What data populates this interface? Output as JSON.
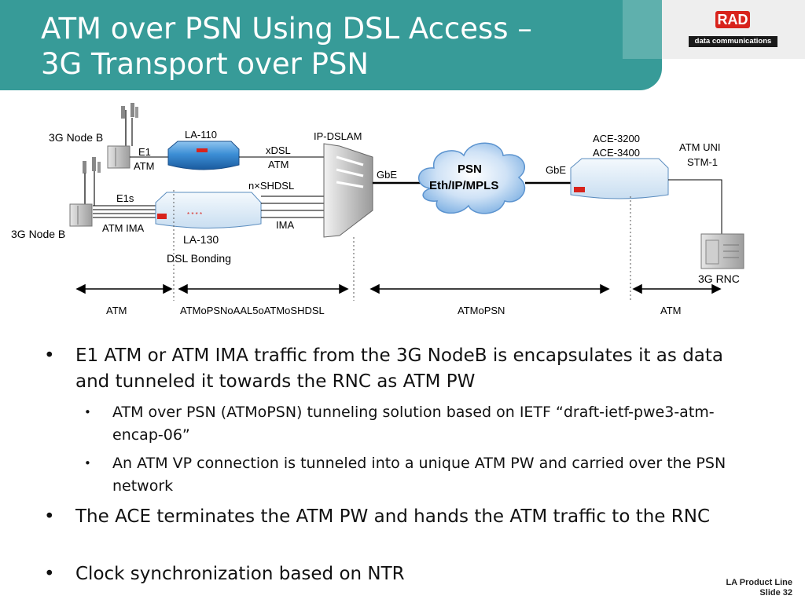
{
  "slide": {
    "title_line1": "ATM over PSN Using DSL Access –",
    "title_line2": "3G Transport over PSN",
    "logo_text": "RAD",
    "logo_subtitle": "data communications",
    "footer_line1": "LA Product Line",
    "footer_line2": "Slide 32"
  },
  "diagram": {
    "node_b_top": "3G Node B",
    "node_b_bottom": "3G Node B",
    "e1_label": "E1",
    "atm_label": "ATM",
    "e1s_label": "E1s",
    "atm_ima_label": "ATM IMA",
    "la110_label": "LA-110",
    "la130_label": "LA-130",
    "dsl_bonding_label": "DSL Bonding",
    "xdsl_label": "xDSL",
    "xdsl_atm_label": "ATM",
    "nxshdsl_label": "n×SHDSL",
    "ima_label": "IMA",
    "ip_dslam_label": "IP-DSLAM",
    "gbe_left_label": "GbE",
    "gbe_right_label": "GbE",
    "psn_line1": "PSN",
    "psn_line2": "Eth/IP/MPLS",
    "ace_line1": "ACE-3200",
    "ace_line2": "ACE-3400",
    "atm_uni_label": "ATM UNI",
    "stm1_label": "STM-1",
    "rnc_label": "3G RNC",
    "seg_atm_left": "ATM",
    "seg_atmopsn_aal5": "ATMoPSNoAAL5oATMoSHDSL",
    "seg_atmopsn": "ATMoPSN",
    "seg_atm_right": "ATM"
  },
  "bullets": [
    {
      "text": "E1 ATM or ATM IMA traffic from the 3G NodeB is encapsulates it as data and tunneled it towards the RNC as ATM PW"
    },
    {
      "text": "ATM over PSN (ATMoPSN) tunneling solution based on IETF “draft-ietf-pwe3-atm-encap-06”"
    },
    {
      "text": "An ATM VP connection is tunneled into a unique ATM PW and carried over the PSN network"
    },
    {
      "text": "The ACE terminates the ATM PW and hands the ATM traffic to the RNC"
    },
    {
      "text": "Clock synchronization based on NTR"
    }
  ],
  "colors": {
    "header": "#379b98",
    "accent_red": "#d8231c",
    "device_blue": "#2b6fb8"
  }
}
